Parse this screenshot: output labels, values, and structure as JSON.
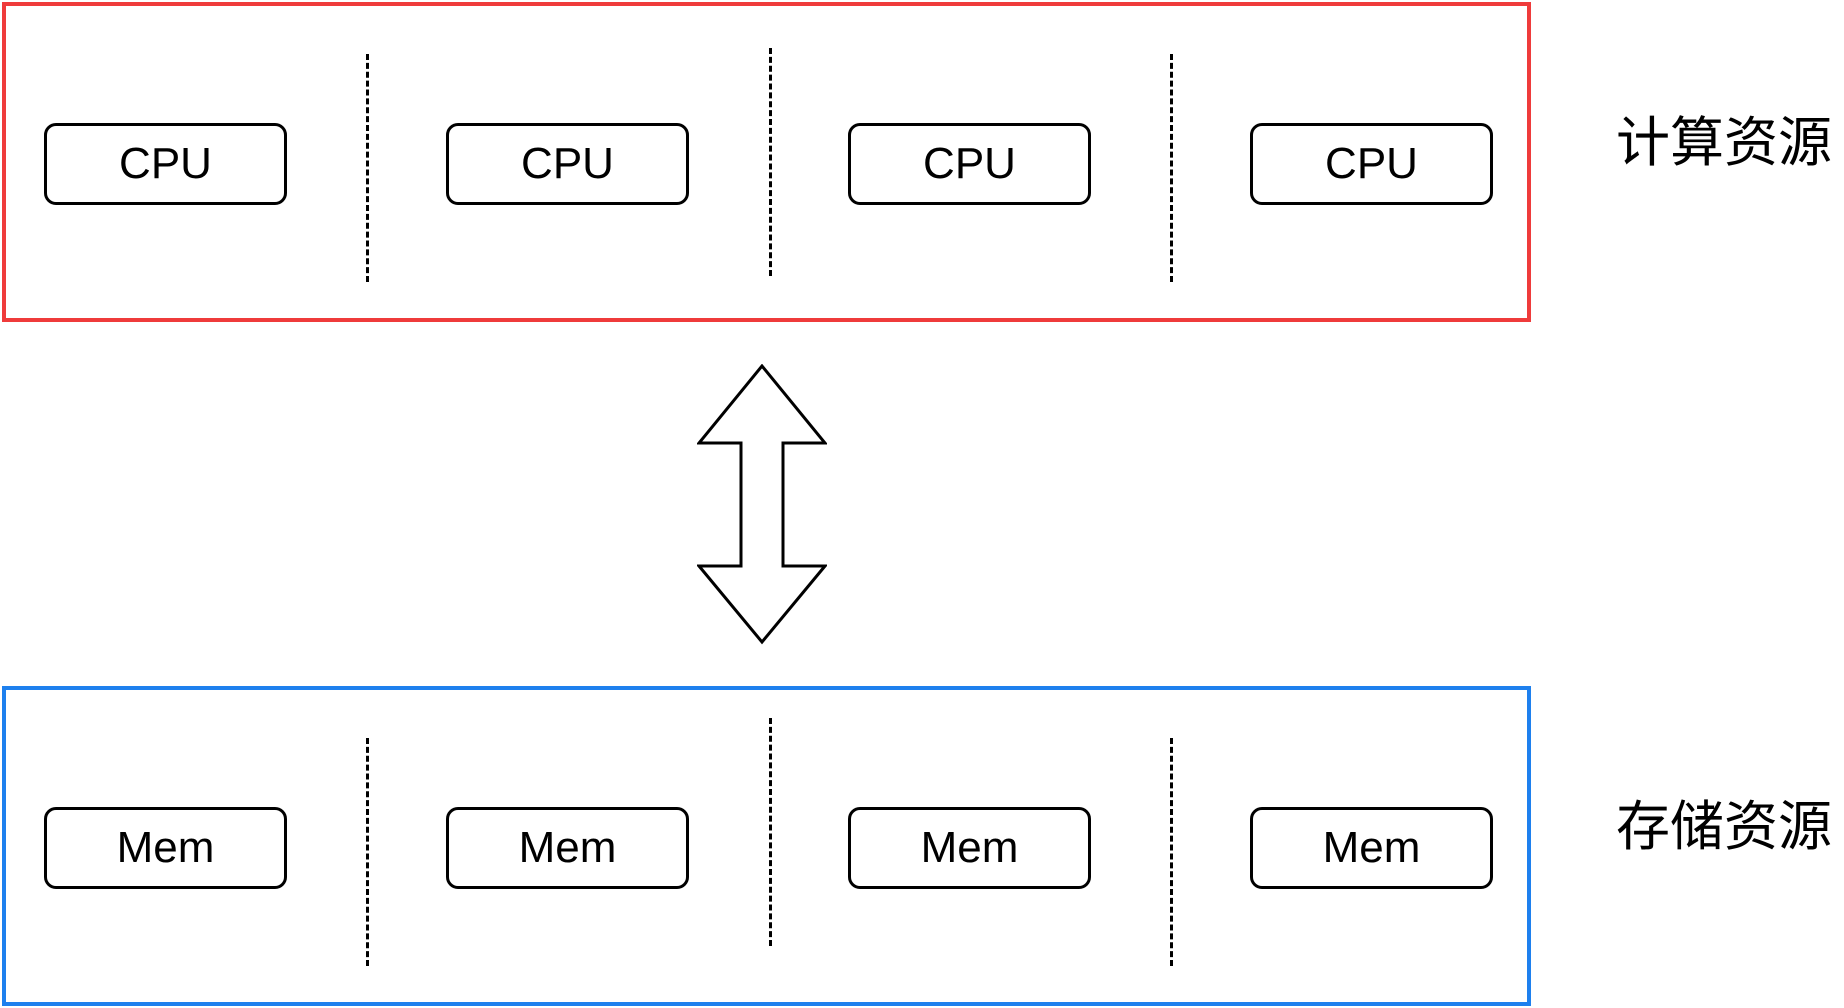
{
  "colors": {
    "compute_border": "#ef3b3b",
    "storage_border": "#1e80ee",
    "stroke": "#000000"
  },
  "compute": {
    "label": "计算资源",
    "units": [
      {
        "label": "CPU"
      },
      {
        "label": "CPU"
      },
      {
        "label": "CPU"
      },
      {
        "label": "CPU"
      }
    ]
  },
  "storage": {
    "label": "存储资源",
    "units": [
      {
        "label": "Mem"
      },
      {
        "label": "Mem"
      },
      {
        "label": "Mem"
      },
      {
        "label": "Mem"
      }
    ]
  },
  "connector": {
    "icon": "double-arrow-vertical-icon",
    "direction": "bidirectional"
  }
}
